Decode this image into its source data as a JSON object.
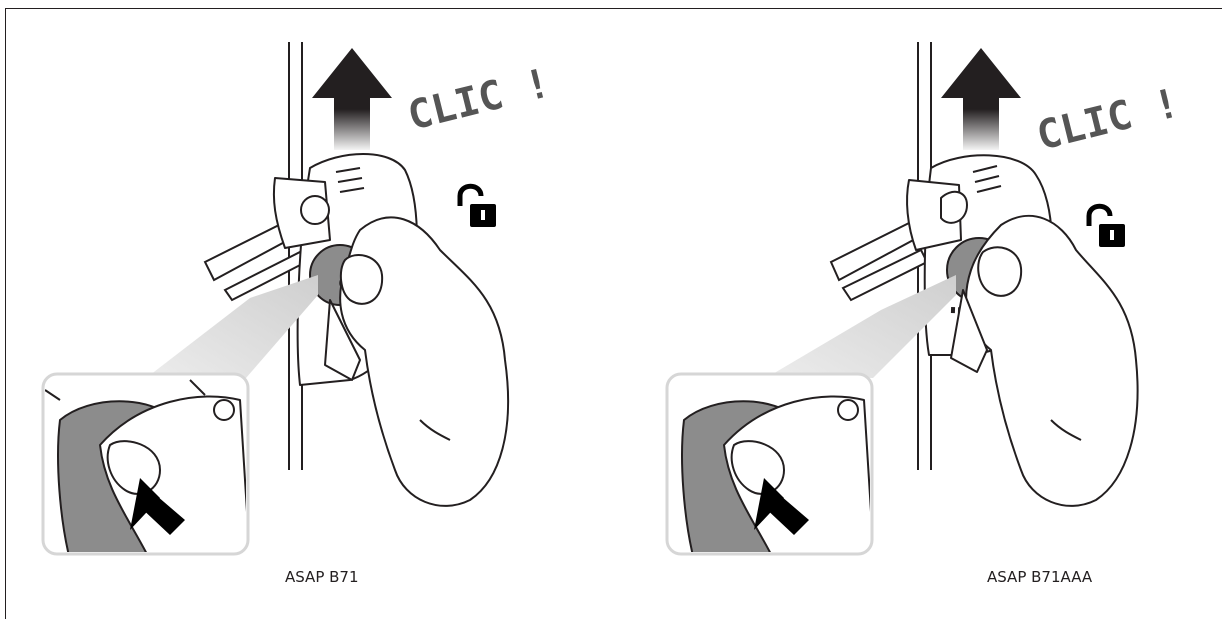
{
  "panels": [
    {
      "caption": "ASAP B71",
      "clic_label": "CLIC !",
      "icons": [
        "up-arrow-icon",
        "unlock-icon",
        "push-arrow-icon"
      ]
    },
    {
      "caption": "ASAP B71AAA",
      "clic_label": "CLIC !",
      "icons": [
        "up-arrow-icon",
        "unlock-icon",
        "push-arrow-icon"
      ]
    }
  ],
  "colors": {
    "line": "#231f20",
    "shade": "#8c8c8c",
    "light_shade": "#d6d6d6",
    "text_gray": "#555555"
  }
}
